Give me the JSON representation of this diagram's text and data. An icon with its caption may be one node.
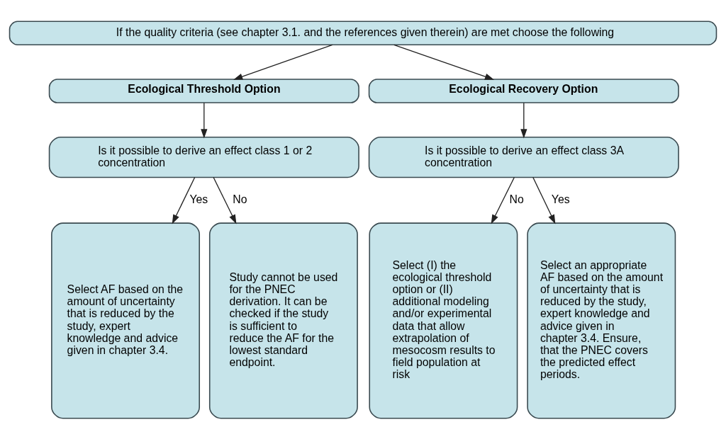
{
  "diagram": {
    "nodes": [
      {
        "text": [
          "If the quality criteria (see chapter 3.1. and the references given therein) are met choose the following"
        ]
      },
      {
        "text": [
          "Ecological Threshold Option"
        ]
      },
      {
        "text": [
          "Ecological Recovery Option"
        ]
      },
      {
        "text": [
          "Is it possible to derive an effect class 1 or 2 concentration"
        ]
      },
      {
        "text": [
          "Is it possible to derive an effect class 3A concentration"
        ]
      },
      {
        "text": [
          "Select AF based on the amount of uncertainty that is reduced by the study, expert knowledge and advice given in chapter 3.4."
        ]
      },
      {
        "text": [
          "Study cannot be used for the PNEC derivation. It can be checked if the study is sufficient to reduce the AF for the lowest standard endpoint."
        ]
      },
      {
        "text": [
          "Select (I) the ecological threshold option or (II) additional modeling and/or experimental data that allow extrapolation of mesocosm results to field population at risk"
        ]
      },
      {
        "text": [
          "Select an appropriate AF based on the amount of uncertainty that is reduced by the study, expert knowledge and advice given in chapter 3.4. Ensure, that the PNEC covers the predicted effect periods."
        ]
      }
    ],
    "edges": [
      {
        "from": 0,
        "to": 1,
        "arrow": "to"
      },
      {
        "from": 0,
        "to": 2,
        "arrow": "to"
      },
      {
        "from": 1,
        "to": 3,
        "arrow": "to"
      },
      {
        "from": 2,
        "to": 4,
        "arrow": "to"
      },
      {
        "from": 3,
        "to": 5,
        "label": "Yes",
        "arrow": "to"
      },
      {
        "from": 3,
        "to": 6,
        "label": "No",
        "arrow": "to"
      },
      {
        "from": 4,
        "to": 7,
        "label": "No",
        "arrow": "to"
      },
      {
        "from": 4,
        "to": 8,
        "label": "Yes",
        "arrow": "to"
      }
    ]
  }
}
